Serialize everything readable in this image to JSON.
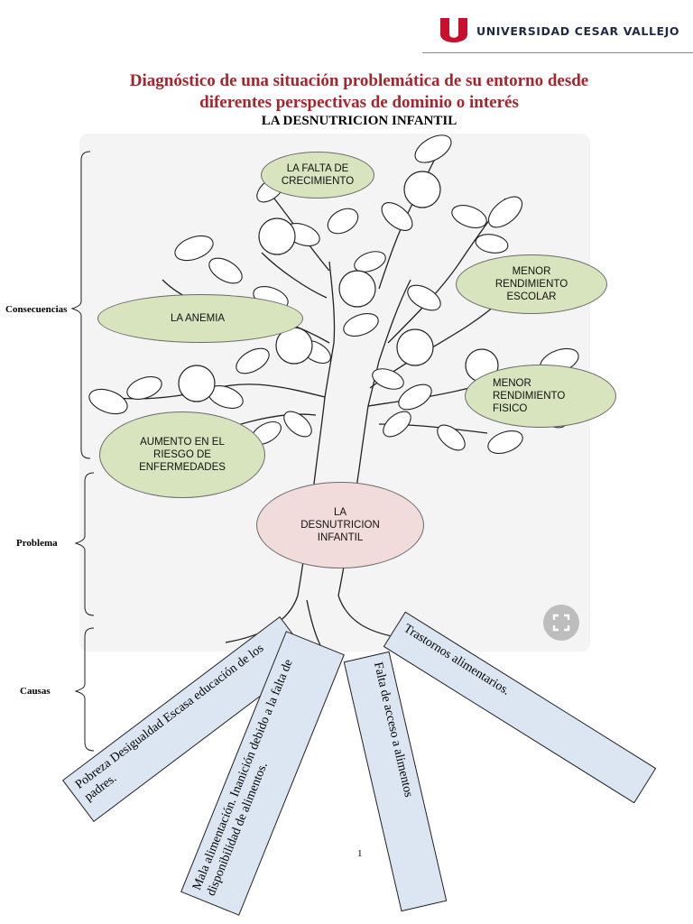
{
  "header": {
    "university_name": "UNIVERSIDAD CESAR VALLEJO",
    "logo_icon": "ucv-logo-icon",
    "brand_color": "#c8102e"
  },
  "title_line1": "Diagnóstico de una situación problemática de su entorno desde",
  "title_line2": "diferentes perspectivas de dominio o interés",
  "subtitle": "LA DESNUTRICION INFANTIL",
  "side_labels": {
    "consecuencias": "Consecuencias",
    "problema": "Problema",
    "causas": "Causas"
  },
  "consequences": {
    "crecimiento": "LA FALTA DE CRECIMIENTO",
    "anemia": "LA ANEMIA",
    "escolar": "MENOR RENDIMIENTO ESCOLAR",
    "fisico": "MENOR RENDIMIENTO FISICO",
    "riesgo": "AUMENTO EN EL RIESGO DE ENFERMEDADES"
  },
  "problem": "LA DESNUTRICION INFANTIL",
  "causes": {
    "pobreza": "Pobreza Desigualdad Escasa educación de los padres.",
    "mala": "Mala alimentación. Inanición debido a la falta de disponibilidad de alimentos.",
    "acceso": "Falta de acceso a alimentos",
    "trastornos": "Trastornos alimentarios."
  },
  "colors": {
    "title": "#a3262a",
    "consequence_fill": "#d7e4bd",
    "problem_fill": "#f2dcdb",
    "cause_fill": "#dce6f2"
  },
  "expand_icon": "expand-icon",
  "page_number": "1"
}
